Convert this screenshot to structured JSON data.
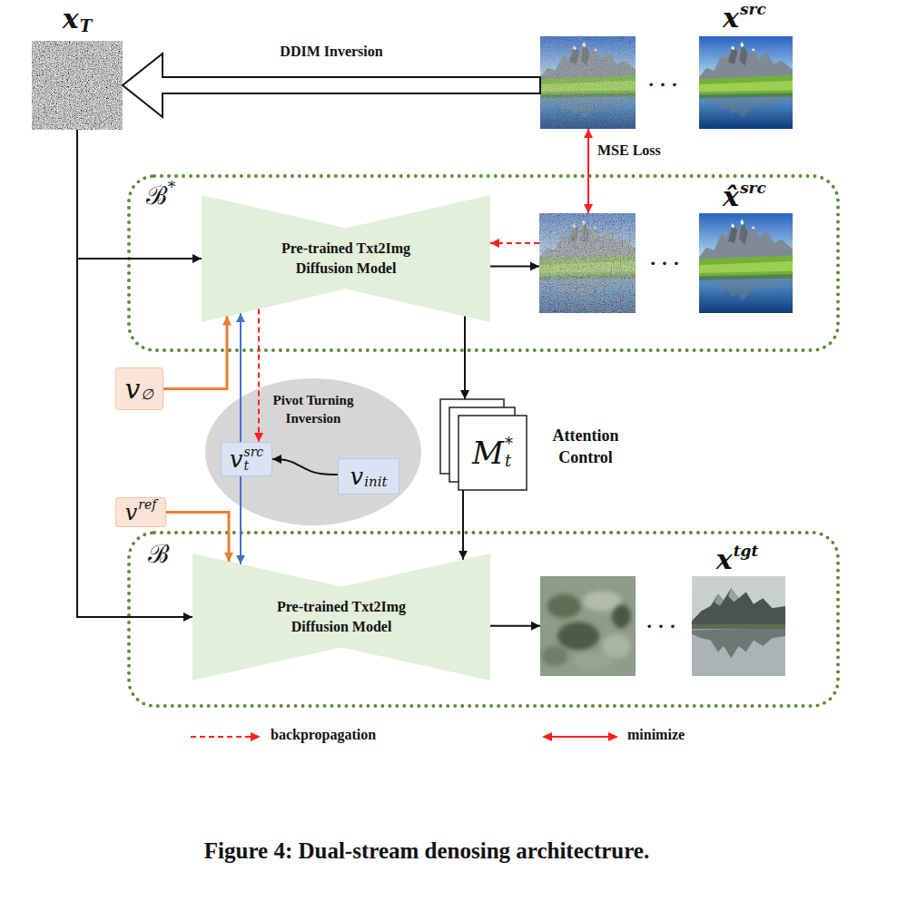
{
  "diagram": {
    "caption": "Figure 4: Dual-stream denosing architectrure.",
    "nodes": [
      {
        "text": [
          "x",
          "T"
        ]
      },
      {
        "text": [
          "x",
          "src"
        ]
      },
      {
        "text": [
          "ℬ",
          "*"
        ]
      },
      {
        "text": [
          "Pre-trained Txt2Img Diffusion Model"
        ],
        "in": 2
      },
      {
        "text": [
          "x̂",
          "src"
        ],
        "in": 2
      },
      {
        "text": [
          "v",
          "∅"
        ]
      },
      {
        "text": [
          "Pivot Turning Inversion"
        ]
      },
      {
        "text": [
          "v",
          "t",
          "src"
        ],
        "in": 6
      },
      {
        "text": [
          "v",
          "init"
        ],
        "in": 6
      },
      {
        "text": [
          "M",
          "t",
          "*",
          "Attention Control"
        ]
      },
      {
        "text": [
          "v",
          "ref"
        ]
      },
      {
        "text": [
          "ℬ"
        ]
      },
      {
        "text": [
          "Pre-trained Txt2Img Diffusion Model"
        ],
        "in": 11
      },
      {
        "text": [
          "x",
          "tgt"
        ],
        "in": 11
      }
    ],
    "edges": [
      {
        "from": 1,
        "to": 0,
        "arrow": "to",
        "label": "DDIM Inversion"
      },
      {
        "from": 0,
        "to": 3,
        "arrow": "to"
      },
      {
        "from": 0,
        "to": 12,
        "arrow": "to"
      },
      {
        "from": 1,
        "to": 4,
        "arrow": "both",
        "label": "MSE Loss"
      },
      {
        "from": 3,
        "to": 4,
        "arrow": "to"
      },
      {
        "from": 4,
        "to": 3,
        "arrow": "to"
      },
      {
        "from": 5,
        "to": 3,
        "arrow": "to"
      },
      {
        "from": 7,
        "to": 3,
        "arrow": "to"
      },
      {
        "from": 3,
        "to": 7,
        "arrow": "to"
      },
      {
        "from": 8,
        "to": 7,
        "arrow": "to"
      },
      {
        "from": 3,
        "to": 9,
        "arrow": "to"
      },
      {
        "from": 9,
        "to": 12,
        "arrow": "to"
      },
      {
        "from": 10,
        "to": 12,
        "arrow": "to"
      },
      {
        "from": 7,
        "to": 12,
        "arrow": "to"
      },
      {
        "from": 12,
        "to": 13,
        "arrow": "to"
      }
    ],
    "labels": [
      "· · ·",
      "· · ·",
      "· · ·"
    ],
    "legend": [
      {
        "text": "backpropagation"
      },
      {
        "text": "minimize"
      }
    ]
  }
}
